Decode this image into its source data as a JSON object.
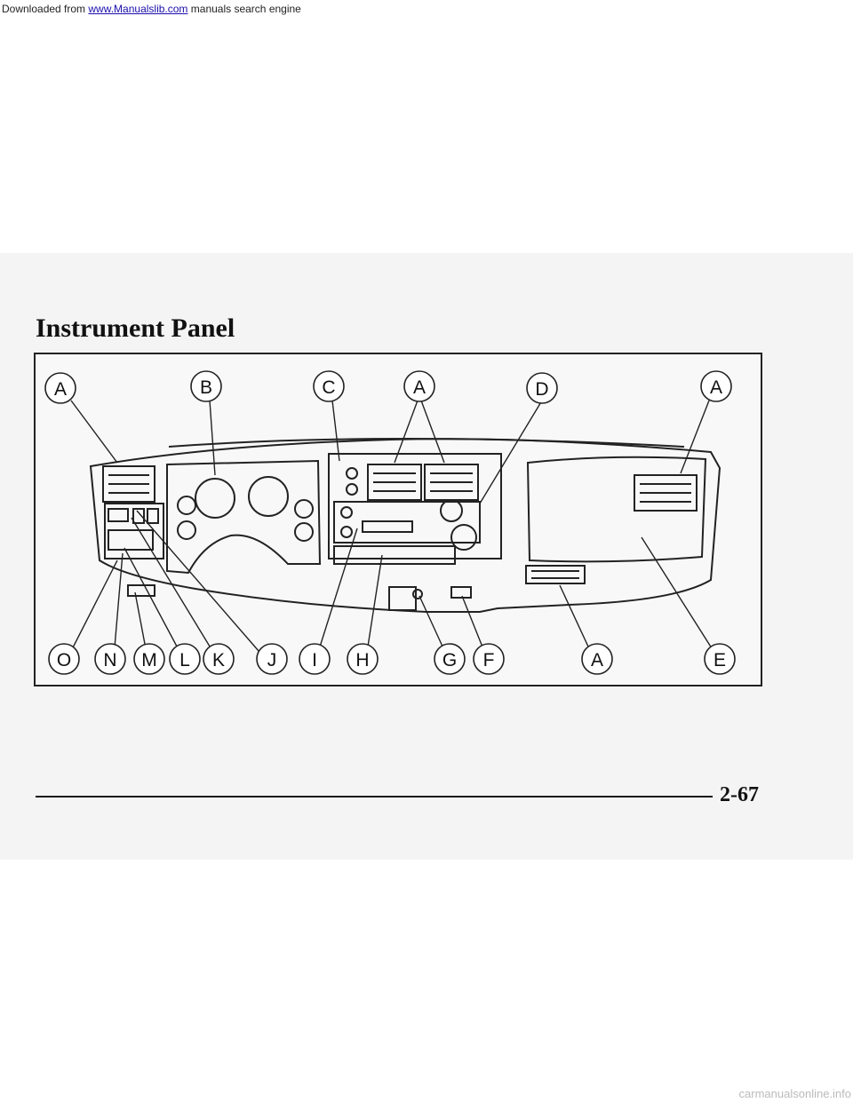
{
  "header": {
    "prefix": "Downloaded from ",
    "link": "www.Manualslib.com",
    "suffix": " manuals search engine"
  },
  "page": {
    "title": "Instrument Panel",
    "page_number": "2-67"
  },
  "figure": {
    "callouts": [
      {
        "id": "a1",
        "label": "A"
      },
      {
        "id": "b",
        "label": "B"
      },
      {
        "id": "c",
        "label": "C"
      },
      {
        "id": "a2",
        "label": "A"
      },
      {
        "id": "d",
        "label": "D"
      },
      {
        "id": "a3",
        "label": "A"
      },
      {
        "id": "o",
        "label": "O"
      },
      {
        "id": "n",
        "label": "N"
      },
      {
        "id": "m",
        "label": "M"
      },
      {
        "id": "l",
        "label": "L"
      },
      {
        "id": "k",
        "label": "K"
      },
      {
        "id": "j",
        "label": "J"
      },
      {
        "id": "i",
        "label": "I"
      },
      {
        "id": "h",
        "label": "H"
      },
      {
        "id": "g",
        "label": "G"
      },
      {
        "id": "f",
        "label": "F"
      },
      {
        "id": "a4",
        "label": "A"
      },
      {
        "id": "e",
        "label": "E"
      }
    ]
  },
  "footer": {
    "watermark": "carmanualsonline.info"
  }
}
